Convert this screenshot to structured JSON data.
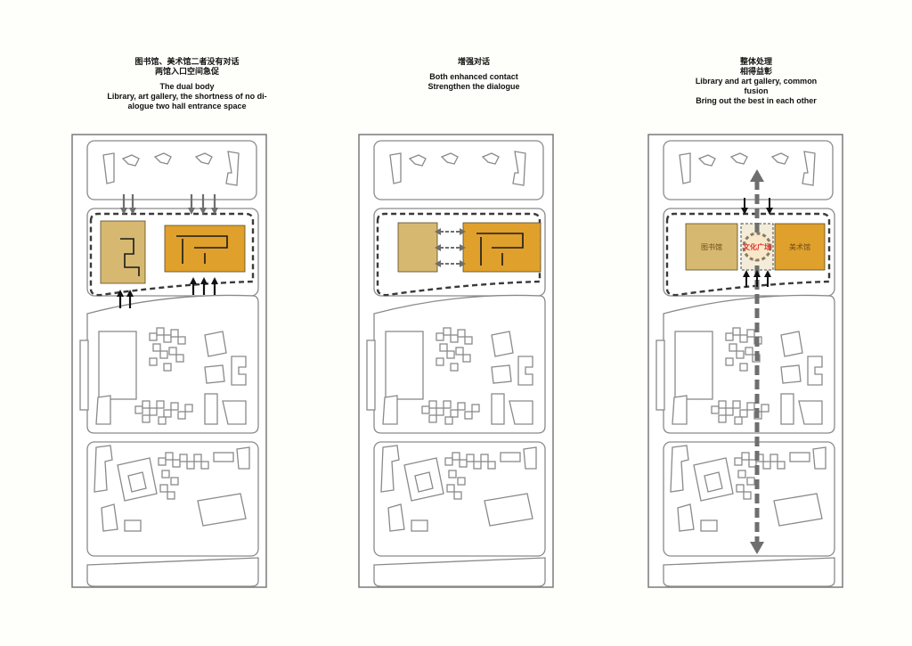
{
  "panels": [
    {
      "caption_zh_1": "图书馆、美术馆二者没有对话",
      "caption_zh_2": "两馆入口空间急促",
      "caption_en_1": "The dual body",
      "caption_en_2": "Library, art gallery, the shortness of no di-",
      "caption_en_3": "alogue two hall entrance space"
    },
    {
      "caption_zh_1": "增强对话",
      "caption_en_1": "Both enhanced contact",
      "caption_en_2": "Strengthen the dialogue"
    },
    {
      "caption_zh_1": "整体处理",
      "caption_zh_2": "相得益彰",
      "caption_en_1": "Library  and art gallery, common",
      "caption_en_2": "fusion",
      "caption_en_3": "Bring out the best in each other",
      "library_label": "图书馆",
      "plaza_label": "文化广场",
      "gallery_label": "美术馆"
    }
  ],
  "colors": {
    "library": "#d6b870",
    "gallery": "#e0a02c",
    "arrow_gray": "#6e6e6e",
    "arrow_black": "#111111",
    "plaza_text": "#e03030"
  },
  "icons": [
    "arrow-down-icon",
    "arrow-up-icon",
    "double-arrow-icon",
    "axis-arrow-icon"
  ]
}
